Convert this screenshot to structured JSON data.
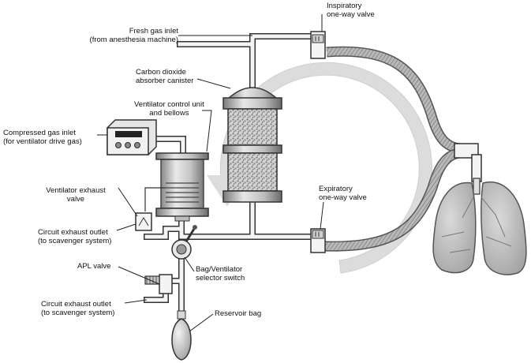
{
  "labels": {
    "fresh_gas_inlet": [
      "Fresh gas inlet",
      "(from anesthesia machine)"
    ],
    "inspiratory_valve": [
      "Inspiratory",
      "one-way valve"
    ],
    "co2_absorber": [
      "Carbon dioxide",
      "absorber canister"
    ],
    "ventilator_control": [
      "Ventilator control unit",
      "and bellows"
    ],
    "compressed_gas_inlet": [
      "Compressed gas inlet",
      "(for ventilator drive gas)"
    ],
    "ventilator_exhaust_valve": [
      "Ventilator exhaust",
      "valve"
    ],
    "circuit_exhaust_outlet_upper": [
      "Circuit exhaust outlet",
      "(to scavenger system)"
    ],
    "expiratory_valve": [
      "Expiratory",
      "one-way valve"
    ],
    "bag_ventilator_switch": [
      "Bag/Ventilator",
      "selector switch"
    ],
    "apl_valve": [
      "APL valve"
    ],
    "circuit_exhaust_outlet_lower": [
      "Circuit exhaust outlet",
      "(to scavenger system)"
    ],
    "reservoir_bag": [
      "Reservoir bag"
    ]
  },
  "colors": {
    "flow_arrow": "#d9d9d9",
    "tubing": "#9a9a9a",
    "pipe": "#f2f2f2",
    "lung": "#b9b9b9",
    "outline": "#222222"
  },
  "icons": {
    "flow_direction": "circular-flow-arrow-icon",
    "lungs": "lungs-icon",
    "absorber": "canister-icon",
    "bellows": "bellows-icon",
    "control_unit": "control-panel-icon",
    "reservoir_bag": "bag-icon"
  }
}
